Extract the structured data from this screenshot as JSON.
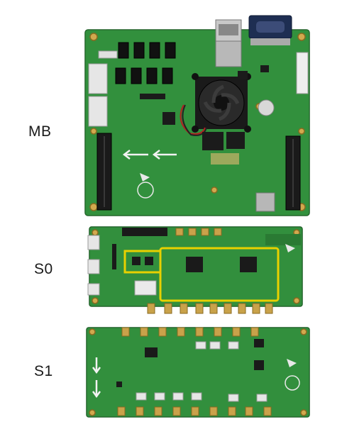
{
  "labels": {
    "mb": "MB",
    "s0": "S0",
    "s1": "S1"
  },
  "colors": {
    "pcb": "#2f8a3a",
    "pcb_dark": "#1f6a2a",
    "highlight": "#e8d000",
    "gold": "#c9a24a"
  }
}
